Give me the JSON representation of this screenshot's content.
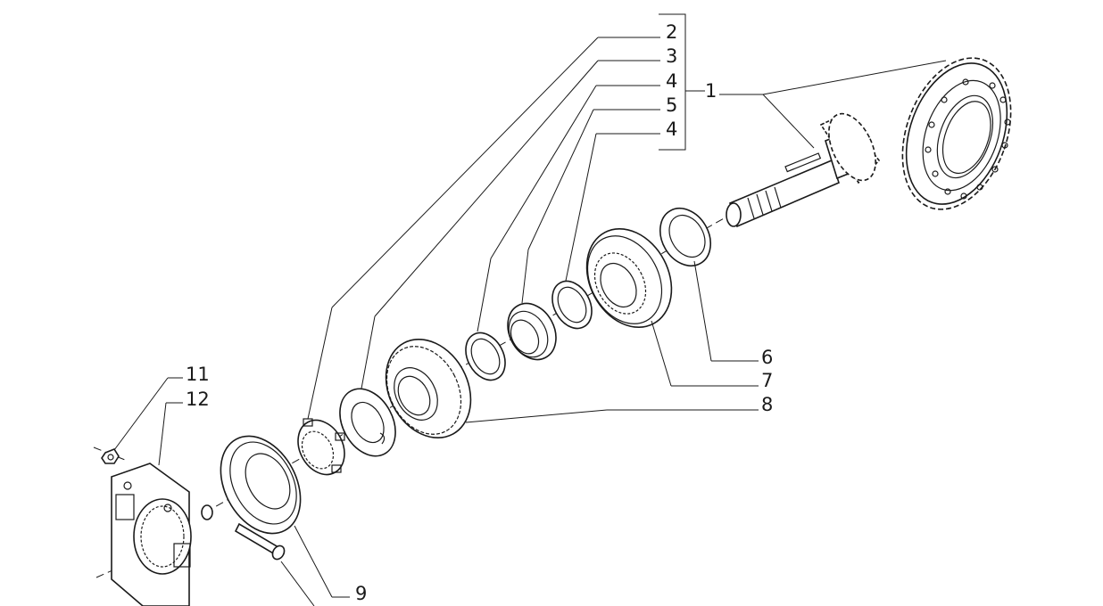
{
  "diagram": {
    "callouts": [
      {
        "id": "c1",
        "label": "1"
      },
      {
        "id": "c2",
        "label": "2"
      },
      {
        "id": "c3",
        "label": "3"
      },
      {
        "id": "c4a",
        "label": "4"
      },
      {
        "id": "c5",
        "label": "5"
      },
      {
        "id": "c4b",
        "label": "4"
      },
      {
        "id": "c6",
        "label": "6"
      },
      {
        "id": "c7",
        "label": "7"
      },
      {
        "id": "c8",
        "label": "8"
      },
      {
        "id": "c9",
        "label": "9"
      },
      {
        "id": "c11",
        "label": "11"
      },
      {
        "id": "c12",
        "label": "12"
      }
    ]
  }
}
